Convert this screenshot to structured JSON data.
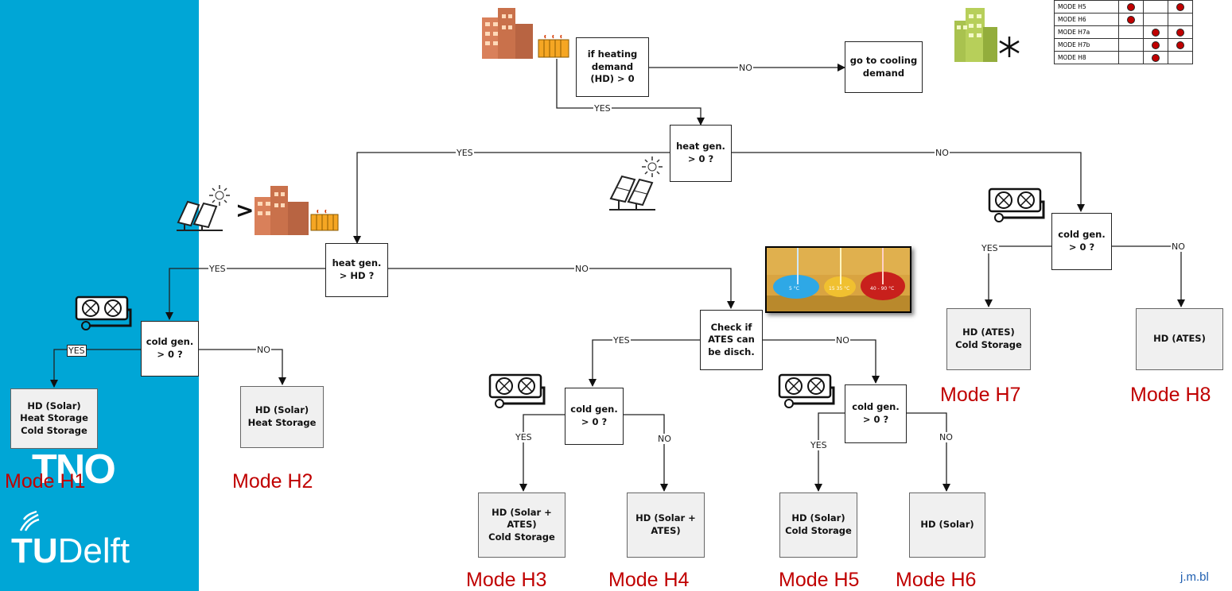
{
  "decisions": {
    "d1": "if heating\ndemand\n(HD)  > 0",
    "d2": "heat gen.\n> 0 ?",
    "d3": "heat gen.\n> HD ?",
    "d4": "cold gen.\n> 0 ?",
    "d5": "Check if\nATES can\nbe disch.",
    "d6": "cold gen.\n> 0 ?",
    "d7": "cold gen.\n> 0 ?",
    "d8": "cold gen.\n> 0 ?"
  },
  "cooling_box": "go to cooling\ndemand",
  "outcomes": {
    "h1": "HD (Solar)\nHeat Storage\nCold Storage",
    "h2": "HD (Solar)\nHeat Storage",
    "h3": "HD (Solar +\nATES)\nCold Storage",
    "h4": "HD (Solar +\nATES)",
    "h5": "HD (Solar)\nCold Storage",
    "h6": "HD (Solar)",
    "h7": "HD (ATES)\nCold Storage",
    "h8": "HD (ATES)"
  },
  "edge_labels": {
    "yes": "YES",
    "no": "NO",
    "gt": ">"
  },
  "mode_labels": {
    "h1": "Mode H1",
    "h2": "Mode H2",
    "h3": "Mode H3",
    "h4": "Mode H4",
    "h5": "Mode H5",
    "h6": "Mode H6",
    "h7": "Mode H7",
    "h8": "Mode H8"
  },
  "mode_table": {
    "rows": [
      {
        "label": "MODE H5",
        "dots": [
          true,
          false,
          true
        ]
      },
      {
        "label": "MODE H6",
        "dots": [
          true,
          false,
          false
        ]
      },
      {
        "label": "MODE H7a",
        "dots": [
          false,
          true,
          true
        ]
      },
      {
        "label": "MODE H7b",
        "dots": [
          false,
          true,
          true
        ]
      },
      {
        "label": "MODE H8",
        "dots": [
          false,
          true,
          false
        ]
      }
    ]
  },
  "ates_image": {
    "cold": "5 °C",
    "mid": "15  35 °C",
    "hot": "40 - 90 °C"
  },
  "branding": {
    "tno": "TNO",
    "tudelft_a": "TU",
    "tudelft_b": "Delft",
    "email": "j.m.bl"
  },
  "icons": {
    "building": "building-icon",
    "radiator": "radiator-icon",
    "sun": "sun-icon",
    "solar_panel": "solar-panel-icon",
    "chiller": "chiller-icon",
    "snowflake": "snowflake-icon",
    "ates": "ates-aquifer-image"
  },
  "colors": {
    "sidebar": "#00a6d6",
    "mode_label": "#c00000",
    "building_brick": "#d9805a",
    "building_green": "#a9c24f",
    "radiator": "#f5a623"
  }
}
